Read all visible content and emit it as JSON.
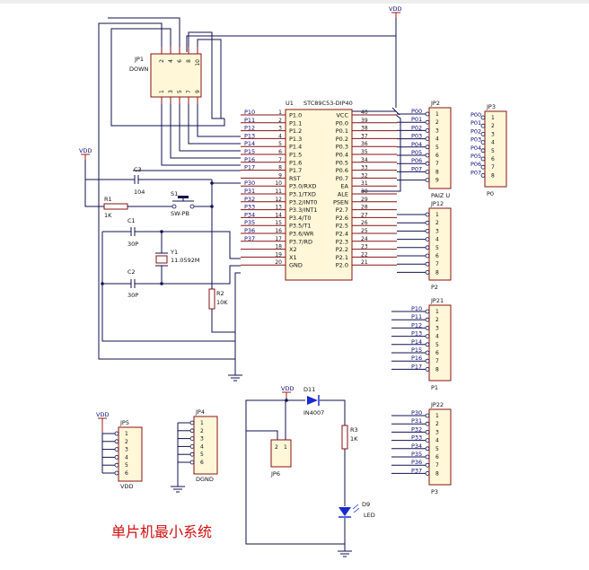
{
  "title": "单片机最小系统",
  "vdd_label": "VDD",
  "mcu": {
    "ref": "U1",
    "part": "STC89C53-DIP40",
    "left_pins": [
      {
        "num": "1",
        "name": "P1.0",
        "net": "P10"
      },
      {
        "num": "2",
        "name": "P1.1",
        "net": "P11"
      },
      {
        "num": "3",
        "name": "P1.2",
        "net": "P12"
      },
      {
        "num": "4",
        "name": "P1.3",
        "net": "P13"
      },
      {
        "num": "5",
        "name": "P1.4",
        "net": "P14"
      },
      {
        "num": "6",
        "name": "P1.5",
        "net": "P15"
      },
      {
        "num": "7",
        "name": "P1.6",
        "net": "P16"
      },
      {
        "num": "8",
        "name": "P1.7",
        "net": "P17"
      },
      {
        "num": "9",
        "name": "RST",
        "net": ""
      },
      {
        "num": "10",
        "name": "P3.0/RXD",
        "net": "P30"
      },
      {
        "num": "11",
        "name": "P3.1/TXD",
        "net": "P31"
      },
      {
        "num": "12",
        "name": "P3.2/INT0",
        "net": "P32"
      },
      {
        "num": "13",
        "name": "P3.3/INT1",
        "net": "P33"
      },
      {
        "num": "14",
        "name": "P3.4/T0",
        "net": "P34"
      },
      {
        "num": "15",
        "name": "P3.5/T1",
        "net": "P35"
      },
      {
        "num": "16",
        "name": "P3.6/WR",
        "net": "P36"
      },
      {
        "num": "17",
        "name": "P3.7/RD",
        "net": "P37"
      },
      {
        "num": "18",
        "name": "X2",
        "net": ""
      },
      {
        "num": "19",
        "name": "X1",
        "net": ""
      },
      {
        "num": "20",
        "name": "GND",
        "net": ""
      }
    ],
    "right_pins": [
      {
        "num": "40",
        "name": "VCC",
        "net": ""
      },
      {
        "num": "39",
        "name": "P0.0",
        "net": "P00"
      },
      {
        "num": "38",
        "name": "P0.1",
        "net": "P01"
      },
      {
        "num": "37",
        "name": "P0.2",
        "net": "P02"
      },
      {
        "num": "36",
        "name": "P0.3",
        "net": "P03"
      },
      {
        "num": "35",
        "name": "P0.4",
        "net": "P04"
      },
      {
        "num": "34",
        "name": "P0.5",
        "net": "P05"
      },
      {
        "num": "33",
        "name": "P0.6",
        "net": "P06"
      },
      {
        "num": "32",
        "name": "P0.7",
        "net": "P07"
      },
      {
        "num": "31",
        "name": "EA",
        "net": ""
      },
      {
        "num": "30",
        "name": "ALE",
        "net": ""
      },
      {
        "num": "29",
        "name": "PSEN",
        "net": ""
      },
      {
        "num": "28",
        "name": "P2.7",
        "net": ""
      },
      {
        "num": "27",
        "name": "P2.6",
        "net": ""
      },
      {
        "num": "26",
        "name": "P2.5",
        "net": ""
      },
      {
        "num": "25",
        "name": "P2.4",
        "net": ""
      },
      {
        "num": "24",
        "name": "P2.3",
        "net": ""
      },
      {
        "num": "23",
        "name": "P2.2",
        "net": ""
      },
      {
        "num": "22",
        "name": "P2.1",
        "net": ""
      },
      {
        "num": "21",
        "name": "P2.0",
        "net": ""
      }
    ]
  },
  "jp1": {
    "ref": "JP1",
    "value": "DOWN",
    "top_pins": [
      "2",
      "4",
      "6",
      "8",
      "10"
    ],
    "bottom_pins": [
      "1",
      "3",
      "5",
      "7",
      "9"
    ]
  },
  "components": {
    "c3": {
      "ref": "C3",
      "value": "104"
    },
    "r1": {
      "ref": "R1",
      "value": "1K"
    },
    "s1": {
      "ref": "S1",
      "value": "SW-PB"
    },
    "c1": {
      "ref": "C1",
      "value": "30P"
    },
    "c2": {
      "ref": "C2",
      "value": "30P"
    },
    "y1": {
      "ref": "Y1",
      "value": "11.0592M"
    },
    "r2": {
      "ref": "R2",
      "value": "10K"
    },
    "d11": {
      "ref": "D11",
      "value": "IN4007"
    },
    "r3": {
      "ref": "R3",
      "value": "1K"
    },
    "d9": {
      "ref": "D9",
      "value": "LED"
    },
    "jp6": {
      "ref": "JP6",
      "pins": [
        "2",
        "1"
      ]
    }
  },
  "headers": [
    {
      "ref": "JP2",
      "label": "PAIZ U",
      "nets": [
        "P00",
        "P01",
        "P02",
        "P03",
        "P04",
        "P05",
        "P06",
        "P07",
        ""
      ],
      "pins": [
        "1",
        "2",
        "3",
        "4",
        "5",
        "6",
        "7",
        "8",
        "9"
      ]
    },
    {
      "ref": "JP3",
      "label": "P0",
      "nets": [
        "P00",
        "P01",
        "P02",
        "P03",
        "P04",
        "P05",
        "P06",
        "P07"
      ],
      "pins": [
        "1",
        "2",
        "3",
        "4",
        "5",
        "6",
        "7",
        "8"
      ]
    },
    {
      "ref": "JP12",
      "label": "P2",
      "nets": [
        "",
        "",
        "",
        "",
        "",
        "",
        "",
        ""
      ],
      "pins": [
        "1",
        "2",
        "3",
        "4",
        "5",
        "6",
        "7",
        "8"
      ]
    },
    {
      "ref": "JP21",
      "label": "P1",
      "nets": [
        "P10",
        "P11",
        "P12",
        "P13",
        "P14",
        "P15",
        "P16",
        "P17"
      ],
      "pins": [
        "1",
        "2",
        "3",
        "4",
        "5",
        "6",
        "7",
        "8"
      ]
    },
    {
      "ref": "JP22",
      "label": "P3",
      "nets": [
        "P30",
        "P31",
        "P32",
        "P33",
        "P34",
        "P35",
        "P36",
        "P37"
      ],
      "pins": [
        "1",
        "2",
        "3",
        "4",
        "5",
        "6",
        "7",
        "8"
      ]
    },
    {
      "ref": "JP5",
      "label": "VDD",
      "nets": [
        "",
        "",
        "",
        "",
        "",
        ""
      ],
      "pins": [
        "1",
        "2",
        "3",
        "4",
        "5",
        "6"
      ]
    },
    {
      "ref": "JP4",
      "label": "DGND",
      "nets": [
        "",
        "",
        "",
        "",
        "",
        ""
      ],
      "pins": [
        "1",
        "2",
        "3",
        "4",
        "5",
        "6"
      ]
    }
  ]
}
